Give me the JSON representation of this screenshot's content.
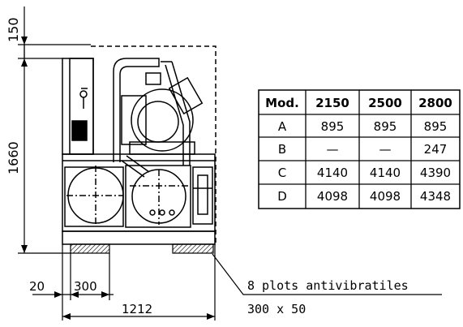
{
  "dimensions": {
    "top_clearance": "150",
    "height": "1660",
    "left_offset": "20",
    "plot_width": "300",
    "total_width": "1212"
  },
  "note": {
    "line1": "8 plots antivibratiles",
    "line2": "300 x 50"
  },
  "table": {
    "header": [
      "Mod.",
      "2150",
      "2500",
      "2800"
    ],
    "rows": [
      [
        "A",
        "895",
        "895",
        "895"
      ],
      [
        "B",
        "—",
        "—",
        "247"
      ],
      [
        "C",
        "4140",
        "4140",
        "4390"
      ],
      [
        "D",
        "4098",
        "4098",
        "4348"
      ]
    ]
  }
}
